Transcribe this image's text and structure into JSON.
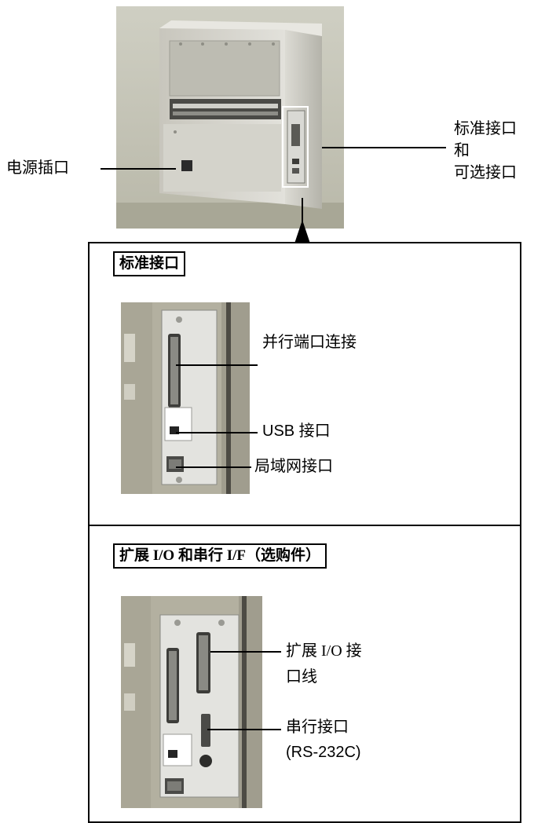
{
  "top_labels": {
    "power_inlet": "电源插口",
    "interfaces_line1": "标准接口",
    "interfaces_line2": "和",
    "interfaces_line3": "可选接口"
  },
  "standard_panel": {
    "title": "标准接口",
    "parallel": "并行端口连接",
    "usb": "USB 接口",
    "lan": "局域网接口"
  },
  "option_panel": {
    "title": "扩展 I/O 和串行 I/F（选购件）",
    "expansion_line1": "扩展 I/O 接",
    "expansion_line2": "口线",
    "serial_line1": "串行接口",
    "serial_line2": "(RS-232C)"
  }
}
